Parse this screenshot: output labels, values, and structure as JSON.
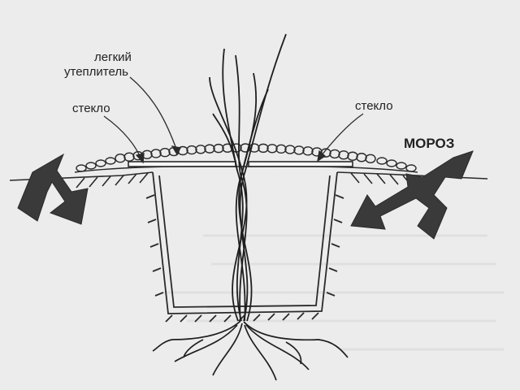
{
  "labels": {
    "light_insulation_line1": "легкий",
    "light_insulation_line2": "утеплитель",
    "glass_left": "стекло",
    "glass_right": "стекло",
    "frost": "МОРОЗ"
  },
  "colors": {
    "paper": "#ececec",
    "ink": "#2a2a2a",
    "arrow": "#3a3a3a"
  }
}
